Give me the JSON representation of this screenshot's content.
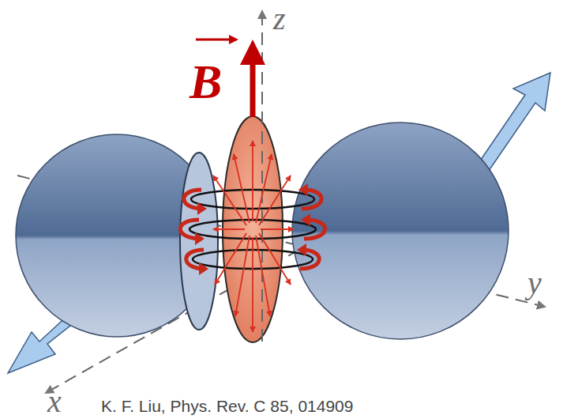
{
  "diagram": {
    "labels": [
      "B",
      "z",
      "y",
      "x",
      "K. F. Liu, Phys. Rev. C 85, 014909"
    ]
  }
}
